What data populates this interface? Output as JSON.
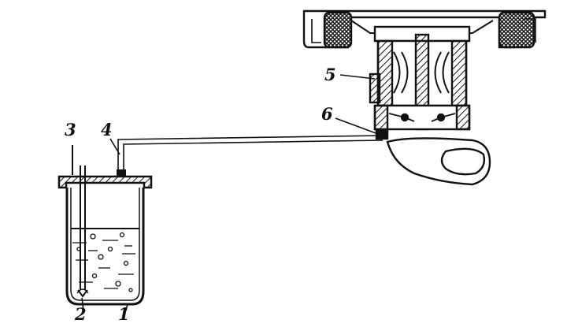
{
  "diagram": {
    "ink_color": "#111111",
    "background": "#ffffff",
    "labels": {
      "n1": "1",
      "n2": "2",
      "n3": "3",
      "n4": "4",
      "n5": "5",
      "n6": "6"
    }
  }
}
